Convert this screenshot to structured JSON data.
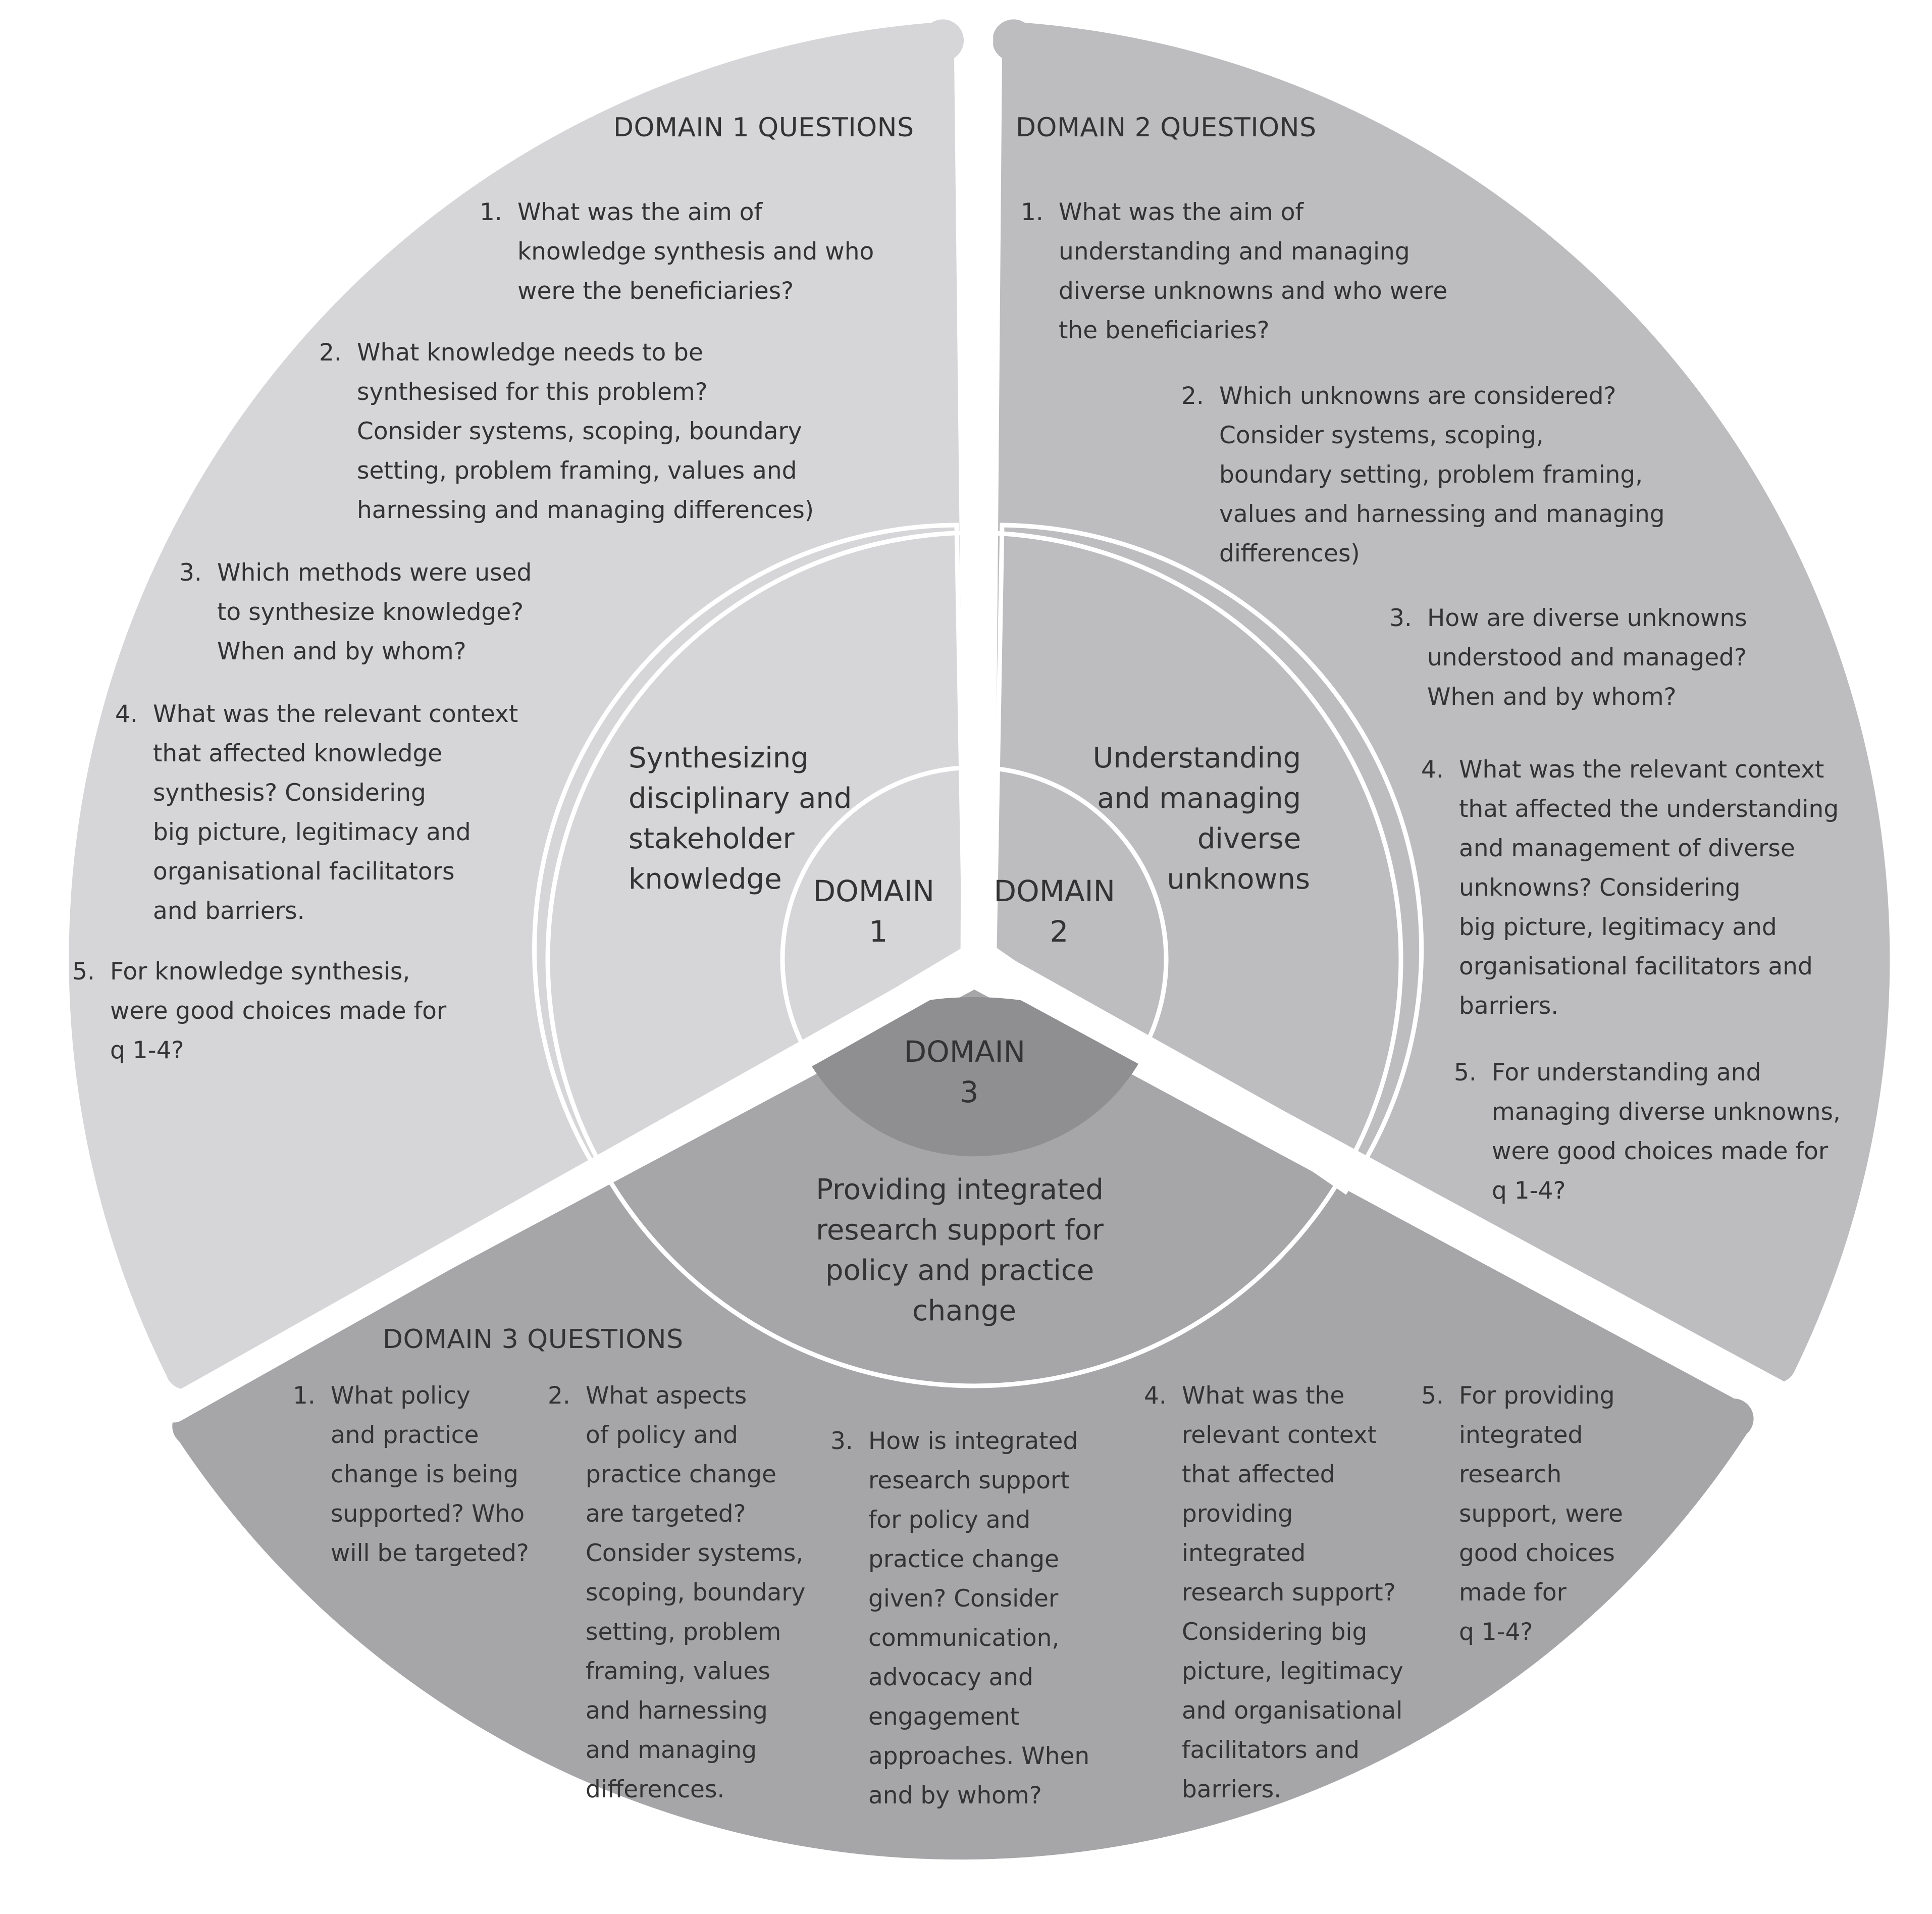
{
  "colors": {
    "domain1_fill": "#d6d6d8",
    "domain2_fill": "#bdbdc0",
    "domain3_fill": "#a6a6a9",
    "domain3_center_fill": "#8f8f92",
    "ring_stroke": "#ffffff",
    "text": "#333333"
  },
  "domain1": {
    "header": "DOMAIN 1 QUESTIONS",
    "label": [
      "Synthesizing",
      "disciplinary and",
      "stakeholder",
      "knowledge"
    ],
    "center": [
      "DOMAIN",
      "1"
    ],
    "questions": [
      {
        "num": "1.",
        "lines": [
          "What was the aim of",
          "knowledge synthesis and who",
          "were the beneficiaries?"
        ]
      },
      {
        "num": "2.",
        "lines": [
          "What knowledge needs to be",
          "synthesised for this problem?",
          "Consider systems, scoping, boundary",
          "setting, problem framing, values and",
          "harnessing and managing differences)"
        ]
      },
      {
        "num": "3.",
        "lines": [
          "Which methods were used",
          "to synthesize knowledge?",
          "When and by whom?"
        ]
      },
      {
        "num": "4.",
        "lines": [
          "What was the relevant context",
          "that affected knowledge",
          "synthesis? Considering",
          "big picture, legitimacy and",
          "organisational facilitators",
          " and barriers."
        ]
      },
      {
        "num": "5.",
        "lines": [
          "For knowledge synthesis,",
          "were good choices made for",
          "q 1-4?"
        ]
      }
    ]
  },
  "domain2": {
    "header": "DOMAIN 2 QUESTIONS",
    "label": [
      "Understanding",
      "and managing",
      "diverse",
      "unknowns"
    ],
    "center": [
      "DOMAIN",
      "2"
    ],
    "questions": [
      {
        "num": "1.",
        "lines": [
          "What was the aim of",
          "understanding and managing",
          "diverse unknowns and who were",
          "the beneficiaries?"
        ]
      },
      {
        "num": "2.",
        "lines": [
          "Which unknowns are considered?",
          "Consider systems, scoping,",
          "boundary setting, problem framing,",
          "values and harnessing and managing",
          "differences)"
        ]
      },
      {
        "num": "3.",
        "lines": [
          "How are diverse unknowns",
          "understood and managed?",
          "When and by whom?"
        ]
      },
      {
        "num": "4.",
        "lines": [
          "What was the relevant context",
          "that affected the understanding",
          "and management of diverse",
          "unknowns? Considering",
          "big picture, legitimacy and",
          "organisational facilitators and",
          "barriers."
        ]
      },
      {
        "num": "5.",
        "lines": [
          "For understanding and",
          "managing diverse unknowns,",
          "were good choices made for",
          "q 1-4?"
        ]
      }
    ]
  },
  "domain3": {
    "header": "DOMAIN 3 QUESTIONS",
    "label": [
      "Providing integrated",
      "research support for",
      "policy and practice",
      "change"
    ],
    "center": [
      "DOMAIN",
      "3"
    ],
    "questions": [
      {
        "num": "1.",
        "lines": [
          "What policy",
          "and practice",
          "change is being",
          "supported? Who",
          "will be targeted?"
        ]
      },
      {
        "num": "2.",
        "lines": [
          "What aspects",
          "of policy and",
          "practice change",
          "are targeted?",
          "Consider systems,",
          "scoping, boundary",
          "setting, problem",
          "framing, values",
          "and harnessing",
          "and managing",
          "differences."
        ]
      },
      {
        "num": "3.",
        "lines": [
          "How is integrated",
          "research support",
          "for policy and",
          "practice change",
          "given? Consider",
          "communication,",
          "advocacy and",
          "engagement",
          "approaches. When",
          "and by whom?"
        ]
      },
      {
        "num": "4.",
        "lines": [
          "What was the",
          "relevant context",
          "that affected",
          "providing",
          "integrated",
          "research support?",
          "Considering big",
          "picture, legitimacy",
          "and organisational",
          "facilitators and",
          "barriers."
        ]
      },
      {
        "num": "5.",
        "lines": [
          "For providing",
          "integrated",
          "research",
          "support, were",
          "good choices",
          "made for",
          "q 1-4?"
        ]
      }
    ]
  }
}
